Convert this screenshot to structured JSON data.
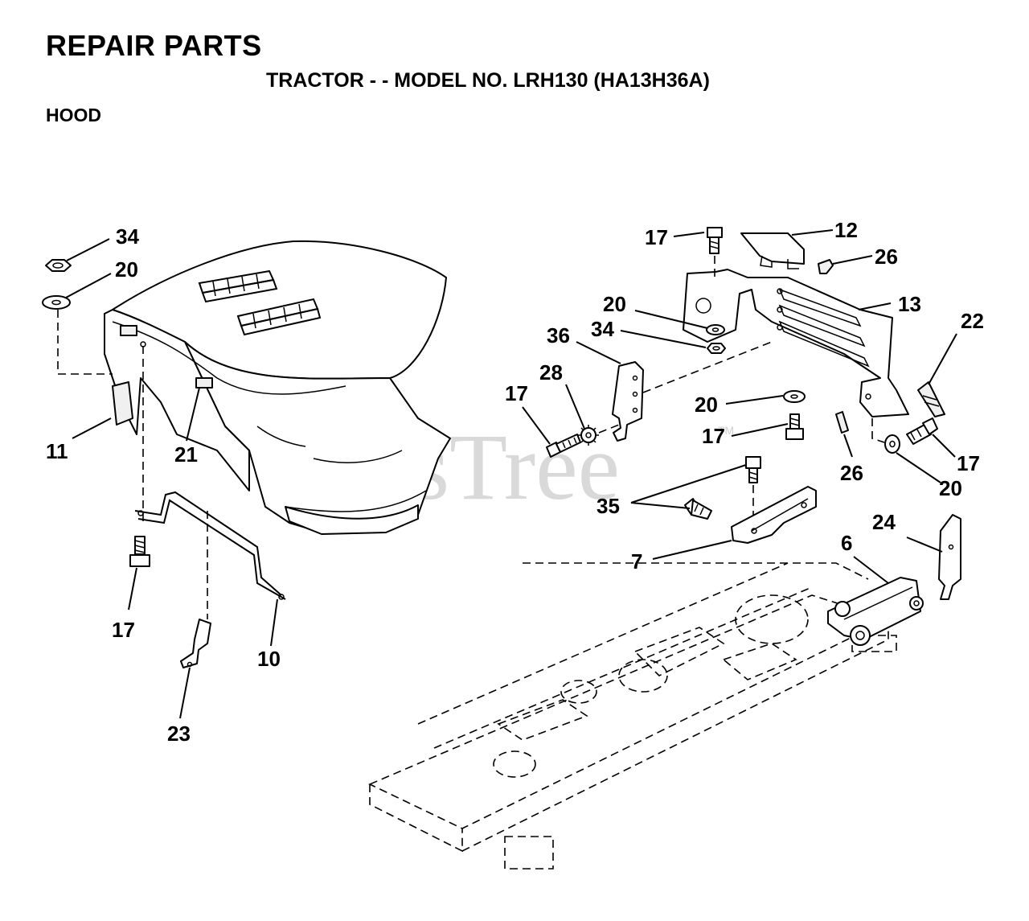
{
  "header": {
    "title": "REPAIR PARTS",
    "subtitle": "TRACTOR - - MODEL NO. LRH130 (HA13H36A)",
    "section": "HOOD"
  },
  "watermark": {
    "text": "PartsTree",
    "trademark": "TM"
  },
  "callouts": [
    "34",
    "20",
    "11",
    "21",
    "17",
    "10",
    "23",
    "17",
    "12",
    "26",
    "13",
    "22",
    "20",
    "34",
    "36",
    "28",
    "17",
    "20",
    "17",
    "26",
    "17",
    "20",
    "35",
    "7",
    "24",
    "6"
  ]
}
